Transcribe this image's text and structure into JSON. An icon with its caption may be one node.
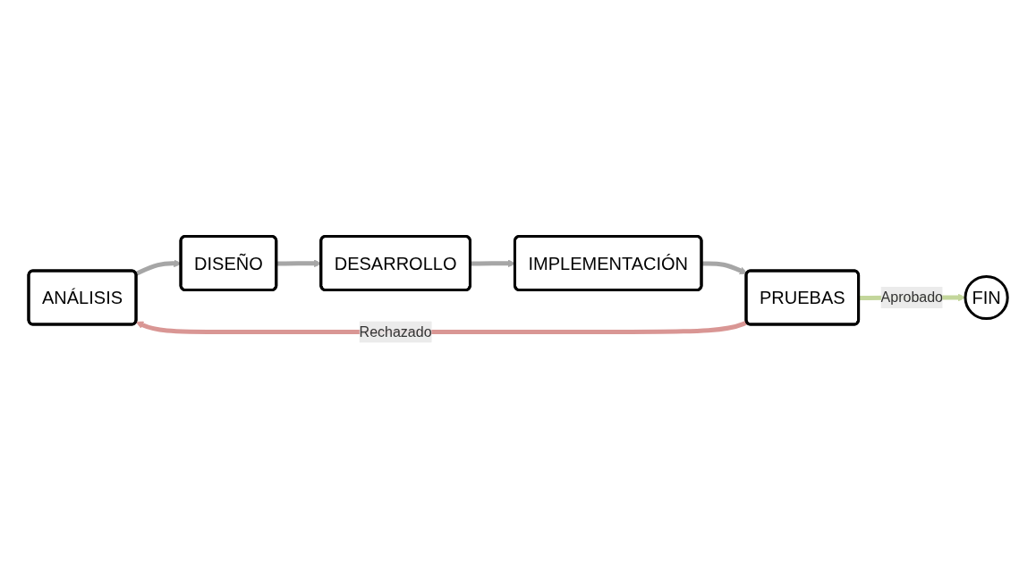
{
  "diagram": {
    "nodes": [
      {
        "text": [
          "ANÁLISIS"
        ]
      },
      {
        "text": [
          "DISEÑO"
        ]
      },
      {
        "text": [
          "DESARROLLO"
        ]
      },
      {
        "text": [
          "IMPLEMENTACIÓN"
        ]
      },
      {
        "text": [
          "PRUEBAS"
        ]
      },
      {
        "text": [
          "FIN"
        ]
      }
    ],
    "edges": [
      {
        "from": 0,
        "to": 1,
        "arrow": "to"
      },
      {
        "from": 1,
        "to": 2,
        "arrow": "to"
      },
      {
        "from": 2,
        "to": 3,
        "arrow": "to"
      },
      {
        "from": 3,
        "to": 4,
        "arrow": "to"
      },
      {
        "from": 4,
        "to": 0,
        "arrow": "to",
        "label": "Rechazado",
        "color": "#d99694"
      },
      {
        "from": 4,
        "to": 5,
        "arrow": "to",
        "label": "Aprobado",
        "color": "#c3d69b"
      }
    ]
  }
}
